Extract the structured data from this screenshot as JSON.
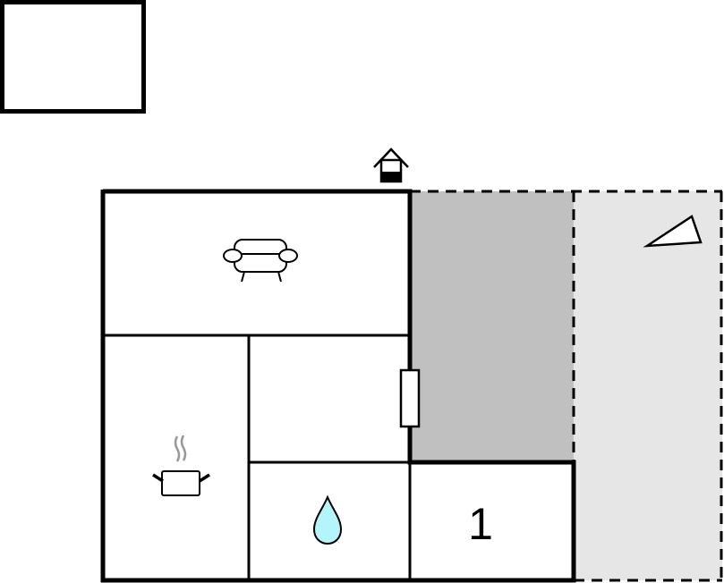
{
  "diagram": {
    "type": "floor-plan",
    "colors": {
      "background": "#ffffff",
      "wall": "#000000",
      "terrace": "#c0c0c0",
      "garden": "#e6e6e6",
      "water_drop": "#b3f5fb",
      "steam": "#999999"
    },
    "outbuilding": {
      "name": "shed"
    },
    "entrance": {
      "icon": "entrance-house-icon"
    },
    "rooms": [
      {
        "id": "living-room",
        "icon": "sofa-icon"
      },
      {
        "id": "kitchen",
        "icon": "cooking-pot-icon"
      },
      {
        "id": "hallway"
      },
      {
        "id": "bathroom",
        "icon": "water-drop-icon"
      },
      {
        "id": "bedroom",
        "label": "1"
      }
    ],
    "outdoor": [
      {
        "id": "terrace",
        "fill": "#c0c0c0"
      },
      {
        "id": "garden",
        "fill": "#e6e6e6",
        "icon": "sun-lounger-icon"
      }
    ],
    "door": {
      "id": "sliding-door"
    }
  }
}
